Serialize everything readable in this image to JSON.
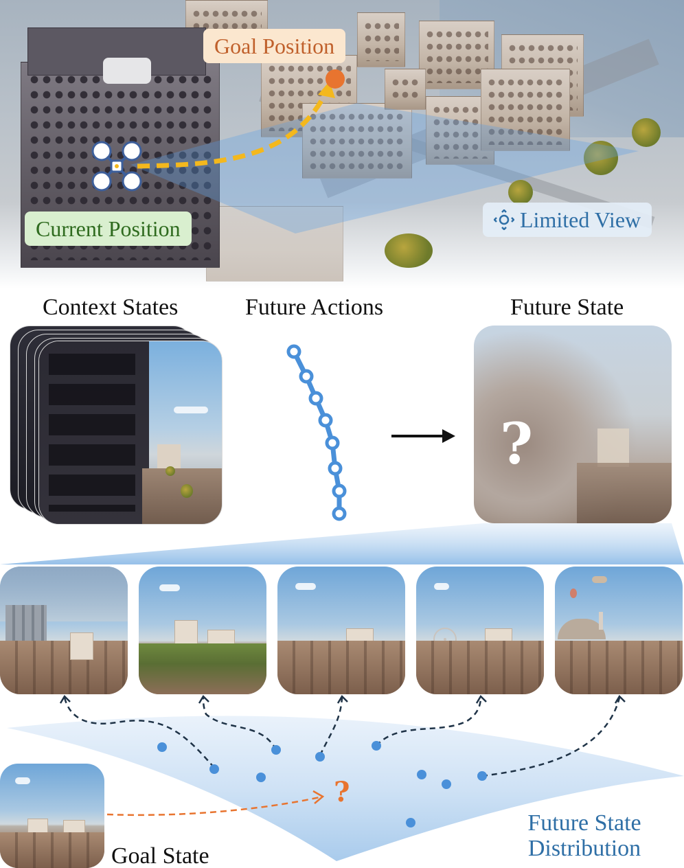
{
  "scene": {
    "goal_label": "Goal Position",
    "current_label": "Current Position",
    "limited_view_label": "Limited View"
  },
  "section_headings": {
    "context_states": "Context States",
    "future_actions": "Future Actions",
    "future_state": "Future State"
  },
  "future_state_unknown": "?",
  "goal_state": {
    "label": "Goal State",
    "unknown": "?"
  },
  "distribution_label": "Future State Distribution",
  "colors": {
    "goal_orange": "#e8742f",
    "trajectory_yellow": "#f4b81d",
    "action_blue": "#4a90d9",
    "dist_blue": "#2f6fa6",
    "current_green": "#2f6b1f",
    "goal_label_bg": "#fbe7cf",
    "current_label_bg": "#d9efcf",
    "dashed_dark": "#1f3347"
  },
  "icons": {
    "drone": "drone-icon",
    "limited_view": "crosshair-view-icon",
    "arrow": "right-arrow-icon"
  }
}
